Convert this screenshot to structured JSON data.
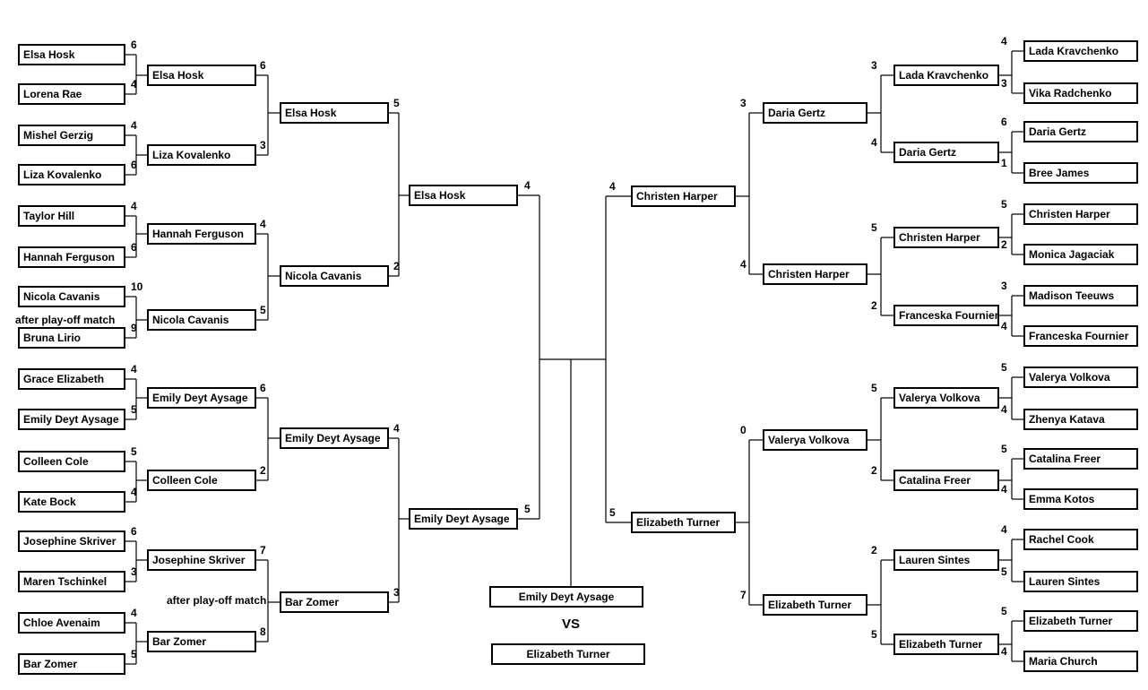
{
  "left": {
    "r1": [
      {
        "name": "Elsa Hosk",
        "score": "6"
      },
      {
        "name": "Lorena Rae",
        "score": "4"
      },
      {
        "name": "Mishel Gerzig",
        "score": "4"
      },
      {
        "name": "Liza Kovalenko",
        "score": "6"
      },
      {
        "name": "Taylor Hill",
        "score": "4"
      },
      {
        "name": "Hannah Ferguson",
        "score": "6"
      },
      {
        "name": "Nicola Cavanis",
        "score": "10"
      },
      {
        "name": "Bruna Lirio",
        "score": "9"
      },
      {
        "name": "Grace Elizabeth",
        "score": "4"
      },
      {
        "name": "Emily Deyt Aysage",
        "score": "5"
      },
      {
        "name": "Colleen Cole",
        "score": "5"
      },
      {
        "name": "Kate Bock",
        "score": "4"
      },
      {
        "name": "Josephine Skriver",
        "score": "6"
      },
      {
        "name": "Maren Tschinkel",
        "score": "3"
      },
      {
        "name": "Chloe Avenaim",
        "score": "4"
      },
      {
        "name": "Bar Zomer",
        "score": "5"
      }
    ],
    "r2": [
      {
        "name": "Elsa Hosk",
        "score": "6"
      },
      {
        "name": "Liza Kovalenko",
        "score": "3"
      },
      {
        "name": "Hannah Ferguson",
        "score": "4"
      },
      {
        "name": "Nicola Cavanis",
        "score": "5"
      },
      {
        "name": "Emily Deyt Aysage",
        "score": "6"
      },
      {
        "name": "Colleen Cole",
        "score": "2"
      },
      {
        "name": "Josephine Skriver",
        "score": "7"
      },
      {
        "name": "Bar Zomer",
        "score": "8"
      }
    ],
    "r3": [
      {
        "name": "Elsa Hosk",
        "score": "5"
      },
      {
        "name": "Nicola Cavanis",
        "score": "2"
      },
      {
        "name": "Emily Deyt Aysage",
        "score": "4"
      },
      {
        "name": "Bar Zomer",
        "score": "3"
      }
    ],
    "r4": [
      {
        "name": "Elsa Hosk",
        "score": "4"
      },
      {
        "name": "Emily Deyt Aysage",
        "score": "5"
      }
    ]
  },
  "right": {
    "r1": [
      {
        "name": "Lada Kravchenko",
        "score": "4"
      },
      {
        "name": "Vika Radchenko",
        "score": "3"
      },
      {
        "name": "Daria Gertz",
        "score": "6"
      },
      {
        "name": "Bree James",
        "score": "1"
      },
      {
        "name": "Christen Harper",
        "score": "5"
      },
      {
        "name": "Monica  Jagaciak",
        "score": "2"
      },
      {
        "name": "Madison Teeuws",
        "score": "3"
      },
      {
        "name": "Franceska Fournier",
        "score": "4"
      },
      {
        "name": "Valerya Volkova",
        "score": "5"
      },
      {
        "name": "Zhenya Katava",
        "score": "4"
      },
      {
        "name": "Catalina Freer",
        "score": "5"
      },
      {
        "name": "Emma Kotos",
        "score": "4"
      },
      {
        "name": "Rachel Cook",
        "score": "4"
      },
      {
        "name": "Lauren Sintes",
        "score": "5"
      },
      {
        "name": "Elizabeth Turner",
        "score": "5"
      },
      {
        "name": "Maria Church",
        "score": "4"
      }
    ],
    "r2": [
      {
        "name": "Lada Kravchenko",
        "score": "3"
      },
      {
        "name": "Daria Gertz",
        "score": "4"
      },
      {
        "name": "Christen Harper",
        "score": "5"
      },
      {
        "name": "Franceska Fournier",
        "score": "2"
      },
      {
        "name": "Valerya Volkova",
        "score": "5"
      },
      {
        "name": "Catalina Freer",
        "score": "2"
      },
      {
        "name": "Lauren Sintes",
        "score": "2"
      },
      {
        "name": "Elizabeth Turner",
        "score": "5"
      }
    ],
    "r3": [
      {
        "name": "Daria Gertz",
        "score": "3"
      },
      {
        "name": "Christen Harper",
        "score": "4"
      },
      {
        "name": "Valerya Volkova",
        "score": "0"
      },
      {
        "name": "Elizabeth Turner",
        "score": "7"
      }
    ],
    "r4": [
      {
        "name": "Christen Harper",
        "score": "4"
      },
      {
        "name": "Elizabeth Turner",
        "score": "5"
      }
    ]
  },
  "notes": [
    "after play-off match",
    "after play-off match"
  ],
  "final": {
    "top": "Emily Deyt Aysage",
    "vs": "VS",
    "bottom": "Elizabeth Turner"
  }
}
